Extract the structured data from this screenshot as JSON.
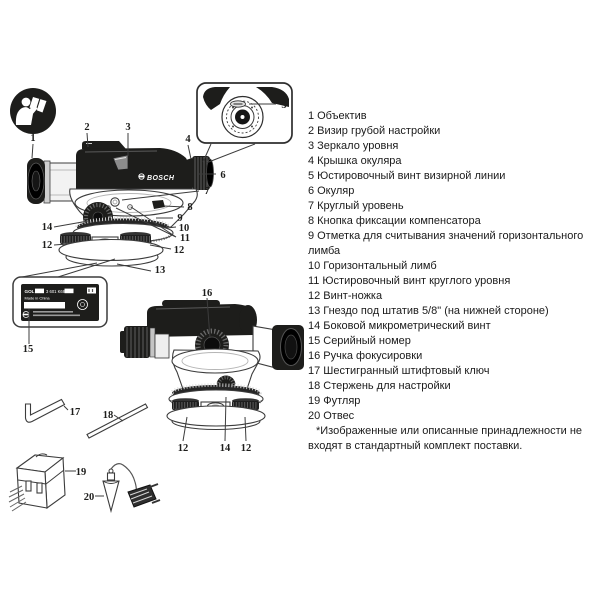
{
  "colors": {
    "ink": "#1d1d1b",
    "line": "#3c3c3c",
    "background": "#ffffff"
  },
  "brand": {
    "logo_text": "BOSCH"
  },
  "icons": {
    "manual_icon": "person-reading-manual",
    "inset_icon": "eyepiece-rear-view-detail"
  },
  "callouts": {
    "n1": "1",
    "n2": "2",
    "n3": "3",
    "n4": "4",
    "n5": "5",
    "n6": "6",
    "n7": "7",
    "n8": "8",
    "n9": "9",
    "n10": "10",
    "n11": "11",
    "n12": "12",
    "n13": "13",
    "n14": "14",
    "n15": "15",
    "n16": "16",
    "n17": "17",
    "n18": "18",
    "n19": "19",
    "n20": "20"
  },
  "label_plate": {
    "model": "GOL",
    "article": "3 601 K68",
    "made_in": "Made in China"
  },
  "legend": {
    "items": [
      {
        "num": "1",
        "text": "Объектив"
      },
      {
        "num": "2",
        "text": "Визир грубой настройки"
      },
      {
        "num": "3",
        "text": "Зеркало уровня"
      },
      {
        "num": "4",
        "text": "Крышка окуляра"
      },
      {
        "num": "5",
        "text": "Юстировочный винт визирной линии"
      },
      {
        "num": "6",
        "text": "Окуляр"
      },
      {
        "num": "7",
        "text": "Круглый уровень"
      },
      {
        "num": "8",
        "text": "Кнопка фиксации компенсатора"
      },
      {
        "num": "9",
        "text": "Отметка для считывания значений горизонтального лимба"
      },
      {
        "num": "10",
        "text": "Горизонтальный лимб"
      },
      {
        "num": "11",
        "text": "Юстировочный винт круглого уровня"
      },
      {
        "num": "12",
        "text": "Винт-ножка"
      },
      {
        "num": "13",
        "text": "Гнездо под штатив 5/8\" (на нижней стороне)"
      },
      {
        "num": "14",
        "text": "Боковой микрометрический винт"
      },
      {
        "num": "15",
        "text": "Серийный номер"
      },
      {
        "num": "16",
        "text": "Ручка фокусировки"
      },
      {
        "num": "17",
        "text": "Шестигранный штифтовый ключ"
      },
      {
        "num": "18",
        "text": "Стержень для настройки"
      },
      {
        "num": "19",
        "text": "Футляр"
      },
      {
        "num": "20",
        "text": "Отвес"
      }
    ],
    "note": "*Изображенные или описанные принадлежности не входят в стандартный комплект поставки."
  }
}
